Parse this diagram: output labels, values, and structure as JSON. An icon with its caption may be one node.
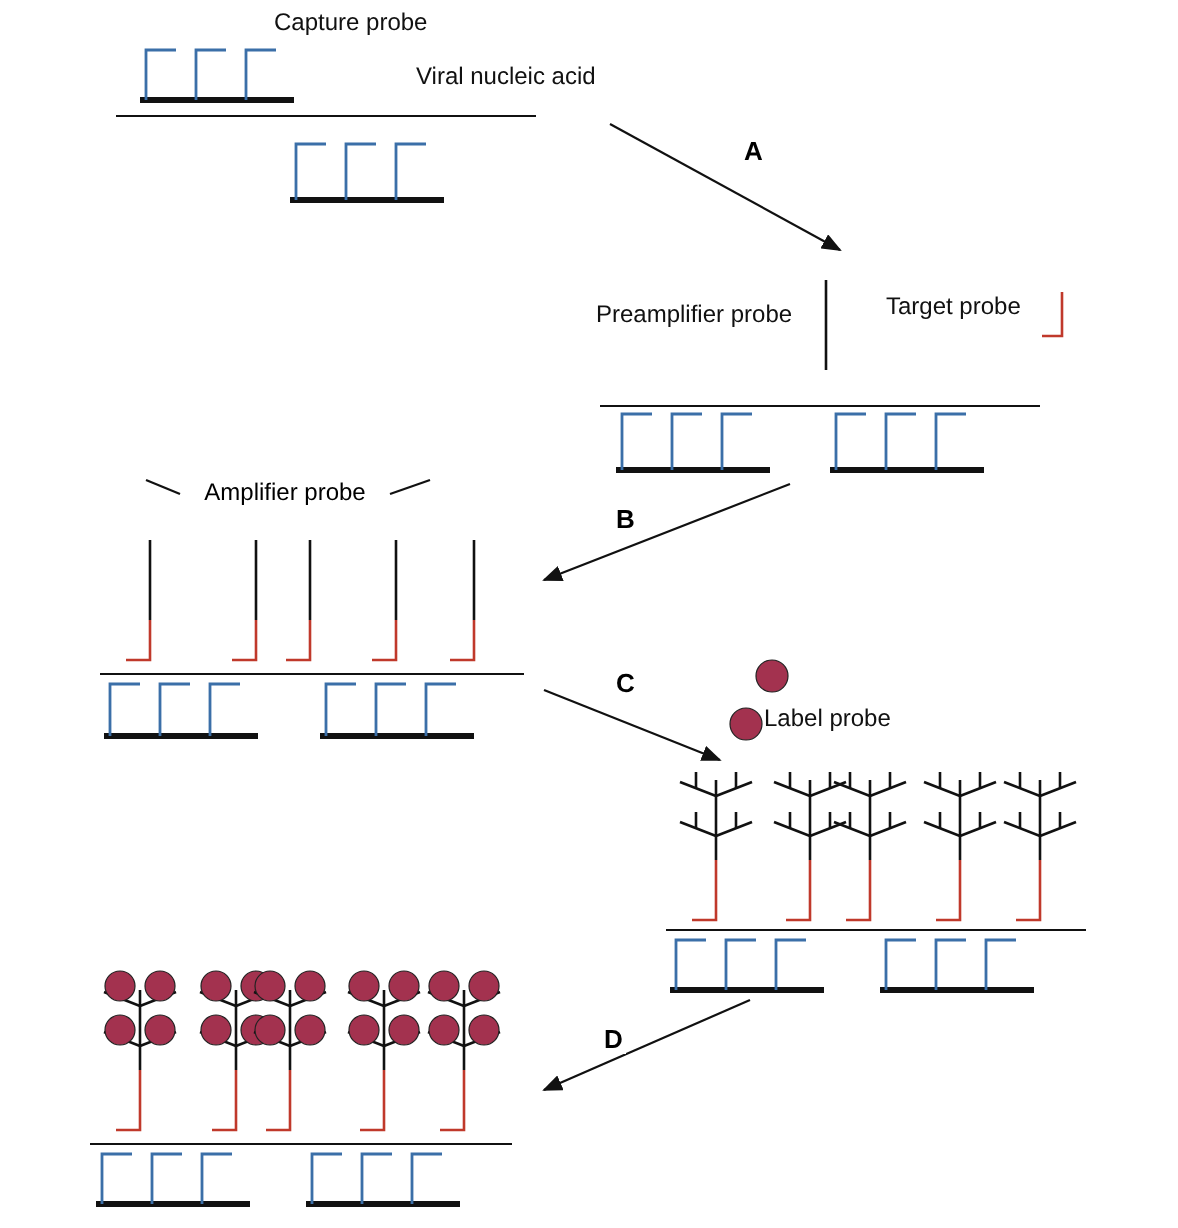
{
  "diagram": {
    "nodes": [
      {
        "text": [],
        "shape": "drawing"
      },
      {
        "text": [],
        "shape": "drawing"
      },
      {
        "text": [],
        "shape": "drawing"
      },
      {
        "text": [],
        "shape": "drawing"
      },
      {
        "text": [],
        "shape": "drawing"
      },
      {
        "text": [
          "Amplifier probe"
        ]
      }
    ],
    "edges": [
      {
        "from": 0,
        "to": 1,
        "arrow": "to",
        "label": "A"
      },
      {
        "from": 1,
        "to": 2,
        "arrow": "to",
        "label": "B"
      },
      {
        "from": 2,
        "to": 3,
        "arrow": "to",
        "label": "C"
      },
      {
        "from": 3,
        "to": 4,
        "arrow": "to",
        "label": "D"
      },
      {
        "from": 5,
        "to": null,
        "arrow": "none"
      },
      {
        "from": 5,
        "to": null,
        "arrow": "none"
      }
    ],
    "labels": [
      "Capture probe",
      "Viral nucleic acid",
      "Preamplifier probe",
      "Target probe",
      "Label probe"
    ]
  }
}
